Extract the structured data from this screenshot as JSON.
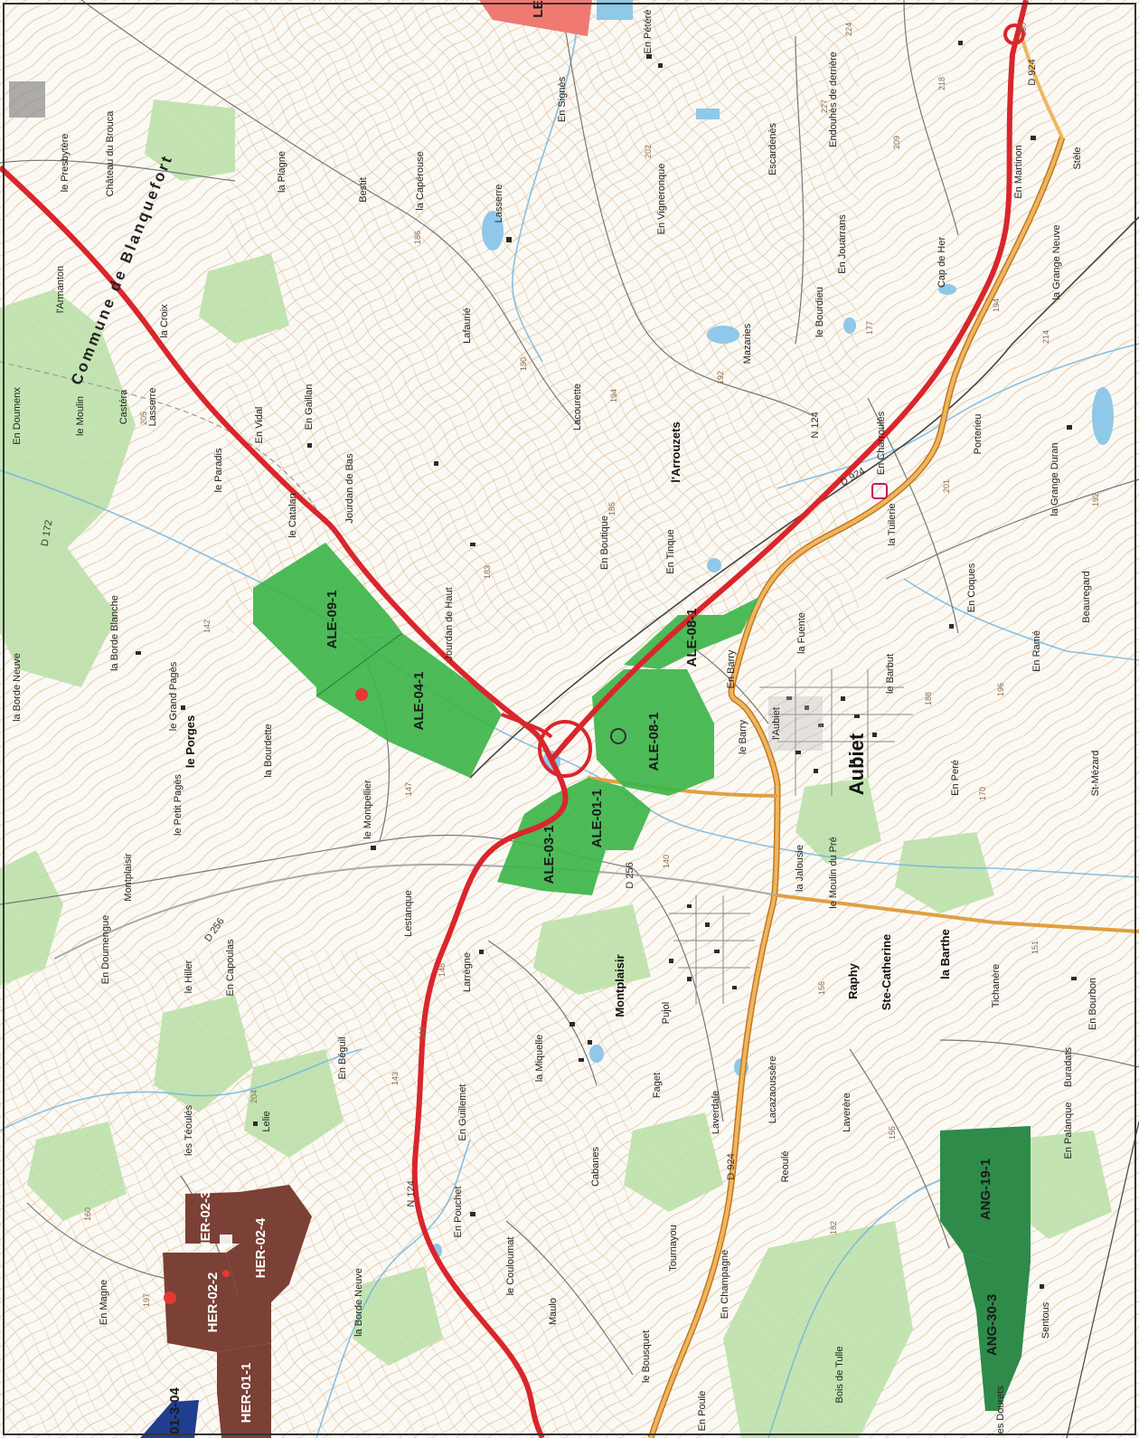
{
  "zones": {
    "ale_09_1": "ALE-09-1",
    "ale_04_1": "ALE-04-1",
    "ale_08_1": "ALE-08-1",
    "ale_08_1_north": "ALE-08-1",
    "ale_01_1": "ALE-01-1",
    "ale_03_1": "ALE-03-1",
    "her_02_3": "HER-02-3",
    "her_02_4": "HER-02-4",
    "her_02_2": "HER-02-2",
    "her_01_1": "HER-01-1",
    "ang_19_1": "ANG-19-1",
    "ang_30_3": "ANG-30-3",
    "partial_blue": "01-3-04",
    "partial_top": "LE"
  },
  "colors": {
    "ale_zone": "#3db54a",
    "her_zone": "#7b4036",
    "ang_zone": "#2e8b4a",
    "motorway": "#d9262c",
    "dept_road": "#e0a040",
    "woods": "#b9e0a6",
    "marker": "#e53935"
  },
  "towns": {
    "aubiet": "Aubiet",
    "commune_de_blanquefort": "Commune de Blanquefort"
  },
  "roads": {
    "n124_a": "N 124",
    "n124_b": "N 124",
    "d924_a": "D 924",
    "d924_b": "D 924",
    "d924_c": "D 924",
    "d256_a": "D 256",
    "d256_b": "D 256",
    "d172": "D 172"
  },
  "places": {
    "p1": "l'Arrouzets",
    "p2": "Lacourette",
    "p3": "En Boutique",
    "p4": "Jourdan de Haut",
    "p5": "Jourdan de Bas",
    "p6": "le Catalan",
    "p7": "En Gaillan",
    "p8": "En Vidal",
    "p9": "le Paradis",
    "p10": "Lasserre",
    "p11": "Castéra",
    "p12": "le Moulin",
    "p13": "En Doumenx",
    "p14": "l'Armanton",
    "p15": "le Presbytère",
    "p16": "Château du Brouca",
    "p17": "la Croix",
    "p18": "la Bourdette",
    "p19": "le Petit Pagès",
    "p20": "le Grand Pagès",
    "p21": "le Porges",
    "p22": "la Borde Blanche",
    "p23": "la Borde Neuve",
    "p24": "le Montpellier",
    "p25": "En Doumengue",
    "p26": "Montplaisir",
    "p27": "le Hiller",
    "p28": "En Capoulas",
    "p29": "Lestanque",
    "p30": "Larrègne",
    "p31": "Montplaisir",
    "p32": "Pujol",
    "p33": "la Miquelle",
    "p34": "En Guillemet",
    "p35": "En Pouchet",
    "p36": "Cabanes",
    "p37": "Faget",
    "p38": "Laverdale",
    "p39": "Tournayou",
    "p40": "En Champagne",
    "p41": "Lacazaoussère",
    "p42": "Reoulé",
    "p43": "le Couloumat",
    "p44": "Maulo",
    "p45": "le Bousquet",
    "p46": "En Poule",
    "p47": "les Téoulés",
    "p48": "Lelie",
    "p49": "En Béguil",
    "p50": "la Borde Neuve",
    "p51": "En Magne",
    "p52": "Bois de Tulle",
    "p53": "Laverère",
    "p54": "Raphy",
    "p55": "Ste-Catherine",
    "p56": "la Barthe",
    "p57": "Tichanère",
    "p58": "Buradats",
    "p59": "En Bourbon",
    "p60": "En Palanque",
    "p61": "Sentous",
    "p62": "les Dourets",
    "p63": "la Jalousie",
    "p64": "le Moulin du Pré",
    "p65": "En Peré",
    "p66": "St-Mézard",
    "p67": "le Barbut",
    "p68": "En Ramé",
    "p69": "Beauregard",
    "p70": "En Coques",
    "p71": "la Tuilerie",
    "p72": "En Charroulès",
    "p73": "Porterieu",
    "p74": "la Grange Duran",
    "p75": "la Grange Neuve",
    "p76": "Cap de Her",
    "p77": "En Martinon",
    "p78": "Stèle",
    "p79": "le Bourdieu",
    "p80": "En Jouarrans",
    "p81": "Escardenès",
    "p82": "Endouhès de derrière",
    "p83": "Mazaries",
    "p84": "En Vigneronque",
    "p85": "Lasserre",
    "p86": "En Signès",
    "p87": "Lafaurié",
    "p88": "la Capérouse",
    "p89": "Bestit",
    "p90": "la Plagne",
    "p91": "la Fuente",
    "p92": "En Barry",
    "p93": "le Barry",
    "p94": "En Pétéré",
    "p95": "En Tinque",
    "p96": "l'Aubiet"
  },
  "altitudes": {
    "a1": "142",
    "a2": "186",
    "a3": "205",
    "a4": "190",
    "a5": "194",
    "a6": "185",
    "a7": "183",
    "a8": "147",
    "a9": "140",
    "a10": "148",
    "a11": "149",
    "a12": "143",
    "a13": "204",
    "a14": "182",
    "a15": "155",
    "a16": "151",
    "a17": "196",
    "a18": "188",
    "a19": "170",
    "a20": "201",
    "a21": "214",
    "a22": "192",
    "a23": "177",
    "a24": "209",
    "a25": "227",
    "a26": "218",
    "a27": "224",
    "a28": "202",
    "a29": "192",
    "a30": "194",
    "a31": "190",
    "a32": "156",
    "a33": "160",
    "a34": "197"
  }
}
